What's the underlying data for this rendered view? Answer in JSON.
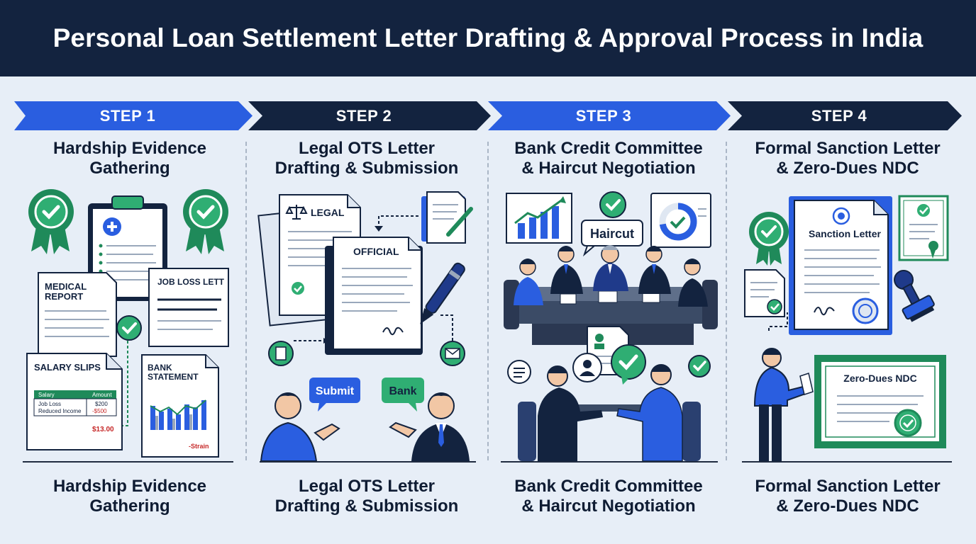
{
  "title": "Personal Loan Settlement Letter Drafting & Approval Process in India",
  "colors": {
    "header_bg": "#13233f",
    "step_blue": "#2a5ee0",
    "step_navy": "#13233f",
    "accent_green": "#1f8a5a",
    "page_bg": "#e7eef7"
  },
  "steps": [
    {
      "banner": "STEP 1",
      "title_line1": "Hardship Evidence",
      "title_line2": "Gathering",
      "caption_line1": "Hardship Evidence",
      "caption_line2": "Gathering",
      "docs": {
        "medical_line1": "MEDICAL",
        "medical_line2": "REPORT",
        "job_loss": "JOB LOSS LETT",
        "salary_slips": "SALARY SLIPS",
        "salary_col": "Salary",
        "amount_col": "Amount",
        "row1_label": "Job Loss",
        "row1_value": "$200",
        "row2_label": "Reduced Income",
        "row2_value": "-$500",
        "total": "$13.00",
        "bank_line1": "BANK",
        "bank_line2": "STATEMENT",
        "strain": "-Strain"
      }
    },
    {
      "banner": "STEP 2",
      "title_line1": "Legal OTS Letter",
      "title_line2": "Drafting & Submission",
      "caption_line1": "Legal OTS Letter",
      "caption_line2": "Drafting & Submission",
      "docs": {
        "legal": "LEGAL",
        "official": "OFFICIAL",
        "submit_bubble": "Submit",
        "bank_bubble": "Bank"
      }
    },
    {
      "banner": "STEP 3",
      "title_line1": "Bank Credit Committee",
      "title_line2": "& Haircut Negotiation",
      "caption_line1": "Bank Credit Committee",
      "caption_line2": "& Haircut Negotiation",
      "docs": {
        "haircut_bubble": "Haircut"
      }
    },
    {
      "banner": "STEP 4",
      "title_line1": "Formal Sanction Letter",
      "title_line2": "& Zero-Dues NDC",
      "caption_line1": "Formal Sanction Letter",
      "caption_line2": "& Zero-Dues NDC",
      "docs": {
        "sanction": "Sanction Letter",
        "ndc": "Zero-Dues NDC"
      }
    }
  ]
}
